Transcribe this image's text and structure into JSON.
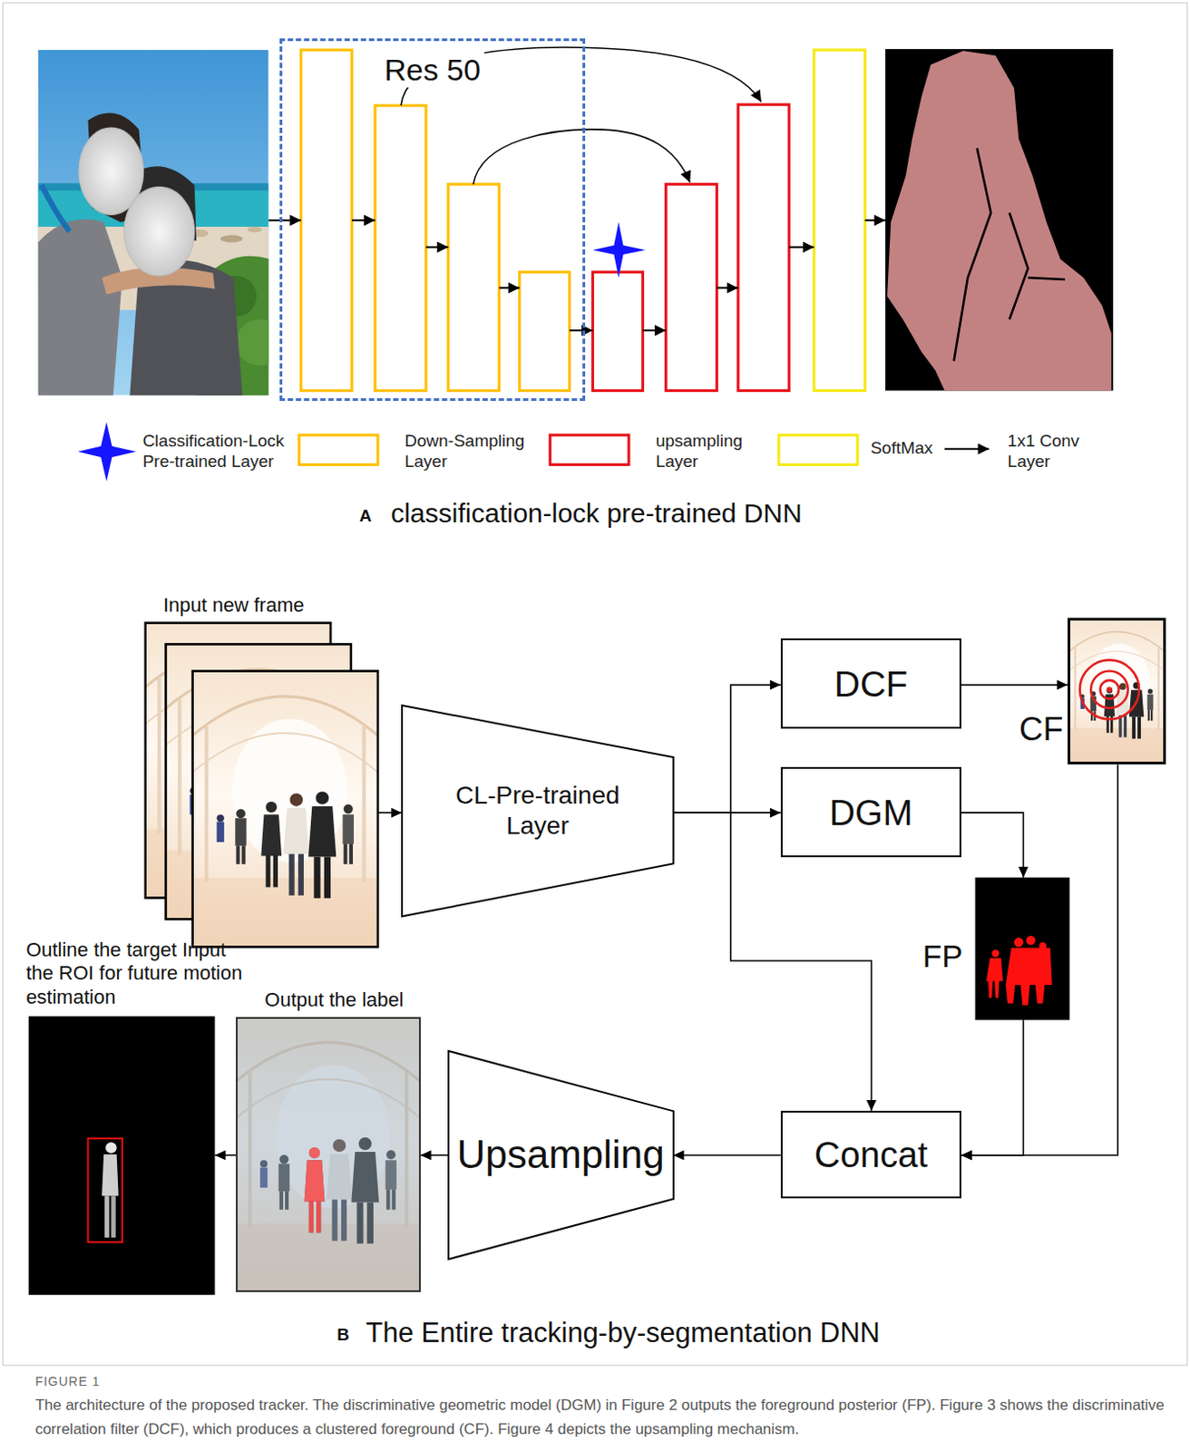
{
  "diagram": {
    "caption": "The architecture of the proposed tracker. The discriminative geometric model (DGM) in Figure 2 outputs the foreground posterior (FP). Figure 3 shows the discriminative correlation filter (DCF), which produces a clustered foreground (CF). Figure 4 depicts the upsampling mechanism.",
    "nodes": [
      {
        "text": [
          "Res 50"
        ]
      },
      {
        "text": [
          "Input new frame"
        ]
      },
      {
        "text": [
          "CL-Pre-trained Layer"
        ]
      },
      {
        "text": [
          "DCF"
        ]
      },
      {
        "text": [
          "CF"
        ]
      },
      {
        "text": [
          "DGM"
        ]
      },
      {
        "text": [
          "FP"
        ]
      },
      {
        "text": [
          "Outline the target Input the ROI for future motion estimation"
        ]
      },
      {
        "text": [
          "Output the label"
        ]
      },
      {
        "text": [
          "Upsampling"
        ]
      },
      {
        "text": [
          "Concat"
        ]
      }
    ],
    "edges": [
      {
        "from": 1,
        "to": 2,
        "arrow": "to"
      },
      {
        "from": 2,
        "to": 3,
        "arrow": "to"
      },
      {
        "from": 2,
        "to": 5,
        "arrow": "to"
      },
      {
        "from": 2,
        "to": 10,
        "arrow": "to"
      },
      {
        "from": 3,
        "to": 4,
        "arrow": "to"
      },
      {
        "from": 5,
        "to": 6,
        "arrow": "to"
      },
      {
        "from": 4,
        "to": 10,
        "arrow": "to"
      },
      {
        "from": 6,
        "to": 10,
        "arrow": "to"
      },
      {
        "from": 10,
        "to": 9,
        "arrow": "to"
      },
      {
        "from": 9,
        "to": 8,
        "arrow": "to"
      },
      {
        "from": 8,
        "to": 7,
        "arrow": "to"
      }
    ],
    "labels": [
      "A",
      "classification-lock pre-trained DNN",
      "B",
      "The Entire tracking-by-segmentation DNN",
      "FIGURE 1"
    ],
    "legend": [
      {
        "text": "Classification-Lock Pre-trained Layer"
      },
      {
        "text": "Down-Sampling Layer"
      },
      {
        "text": "upsampling Layer"
      },
      {
        "text": "SoftMax"
      },
      {
        "text": "1x1 Conv Layer"
      }
    ]
  }
}
